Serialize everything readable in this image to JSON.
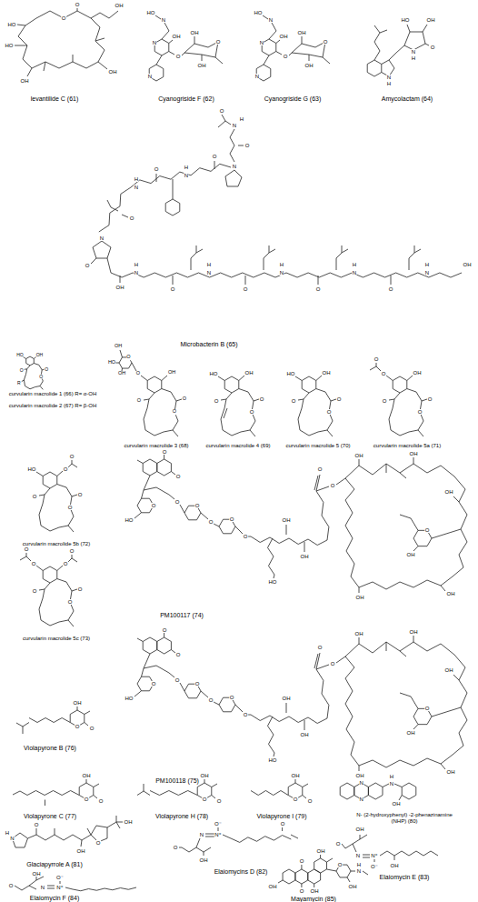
{
  "diagram": {
    "labels": [
      "HO",
      "O",
      "O",
      "OH",
      "HO",
      "OH",
      "OH",
      "levantilide C (61)",
      "HO",
      "N",
      "N",
      "OH",
      "N",
      "O",
      "O",
      "OH",
      "OH",
      "Cyanogriside F (62)",
      "HO",
      "N",
      "N",
      "OH",
      "N",
      "O",
      "O",
      "OH",
      "OH",
      "Cyanogriside G (63)",
      "HO",
      "OH",
      "N",
      "H",
      "O",
      "N",
      "H",
      "Amycolactam (64)",
      "O",
      "H",
      "N",
      "O",
      "N",
      "O",
      "H",
      "N",
      "O",
      "H",
      "N",
      "O",
      "N",
      "O",
      "OH",
      "N",
      "H",
      "N",
      "H",
      "N",
      "H",
      "N",
      "H",
      "N",
      "H",
      "O",
      "O",
      "O",
      "O",
      "OH",
      "Microbacterin B (65)",
      "HO",
      "OH",
      "O",
      "O",
      "O",
      "R",
      "curvularin macrolide 1 (66) R= α-OH",
      "curvularin macrolide 2 (67) R= β-OH",
      "OH",
      "O",
      "O",
      "O",
      "O",
      "O",
      "OH",
      "HO",
      "OH",
      "curvularin macrolide 3 (68)",
      "HO",
      "OH",
      "O",
      "O",
      "O",
      "curvularin macrolide 4 (69)",
      "HO",
      "OH",
      "O",
      "O",
      "O",
      "curvularin macrolide 5 (70)",
      "O",
      "O",
      "OH",
      "O",
      "O",
      "O",
      "curvularin macrolide 5a (71)",
      "O",
      "O",
      "HO",
      "O",
      "O",
      "O",
      "curvularin macrolide 5b (72)",
      "O",
      "O",
      "O",
      "O",
      "O",
      "O",
      "O",
      "curvularin macrolide 5c (73)",
      "O",
      "O",
      "O",
      "HO",
      "O",
      "O",
      "O",
      "O",
      "O",
      "OH",
      "OH",
      "O",
      "O",
      "HO",
      "OH",
      "OH",
      "OH",
      "OH",
      "OH",
      "O",
      "OH",
      "PM100117 (74)",
      "O",
      "O",
      "O",
      "HO",
      "O",
      "O",
      "O",
      "O",
      "O",
      "OH",
      "OH",
      "O",
      "O",
      "HO",
      "OH",
      "OH",
      "OH",
      "OH",
      "OH",
      "O",
      "OH",
      "PM100118 (75)",
      "OH",
      "O",
      "O",
      "Violapyrone B (76)",
      "OH",
      "O",
      "O",
      "Violapyrone C (77)",
      "OH",
      "O",
      "O",
      "Violapyrone H (78)",
      "OH",
      "O",
      "O",
      "Violapyrone I (79)",
      "N",
      "N",
      "N",
      "H",
      "OH",
      "N- (2-hydroxyphenyl) -2-phenazinamine (NHP) (80)",
      "H",
      "N",
      "O",
      "OH",
      "O",
      "OH",
      "Glaciapyrrole A (81)",
      "O",
      "OH",
      "N",
      "N⁺",
      "O⁻",
      "O",
      "Elaiomycins D (82)",
      "OH",
      "O",
      "N",
      "N⁺",
      "O⁻",
      "OH",
      "Elaiomycin E (83)",
      "OH",
      "O",
      "N",
      "N⁺",
      "O⁻",
      "Elaiomycin F (84)",
      "O",
      "O",
      "OH",
      "OH",
      "OH",
      "O",
      "N",
      "H",
      "OH",
      "Mayamycin (85)"
    ]
  }
}
